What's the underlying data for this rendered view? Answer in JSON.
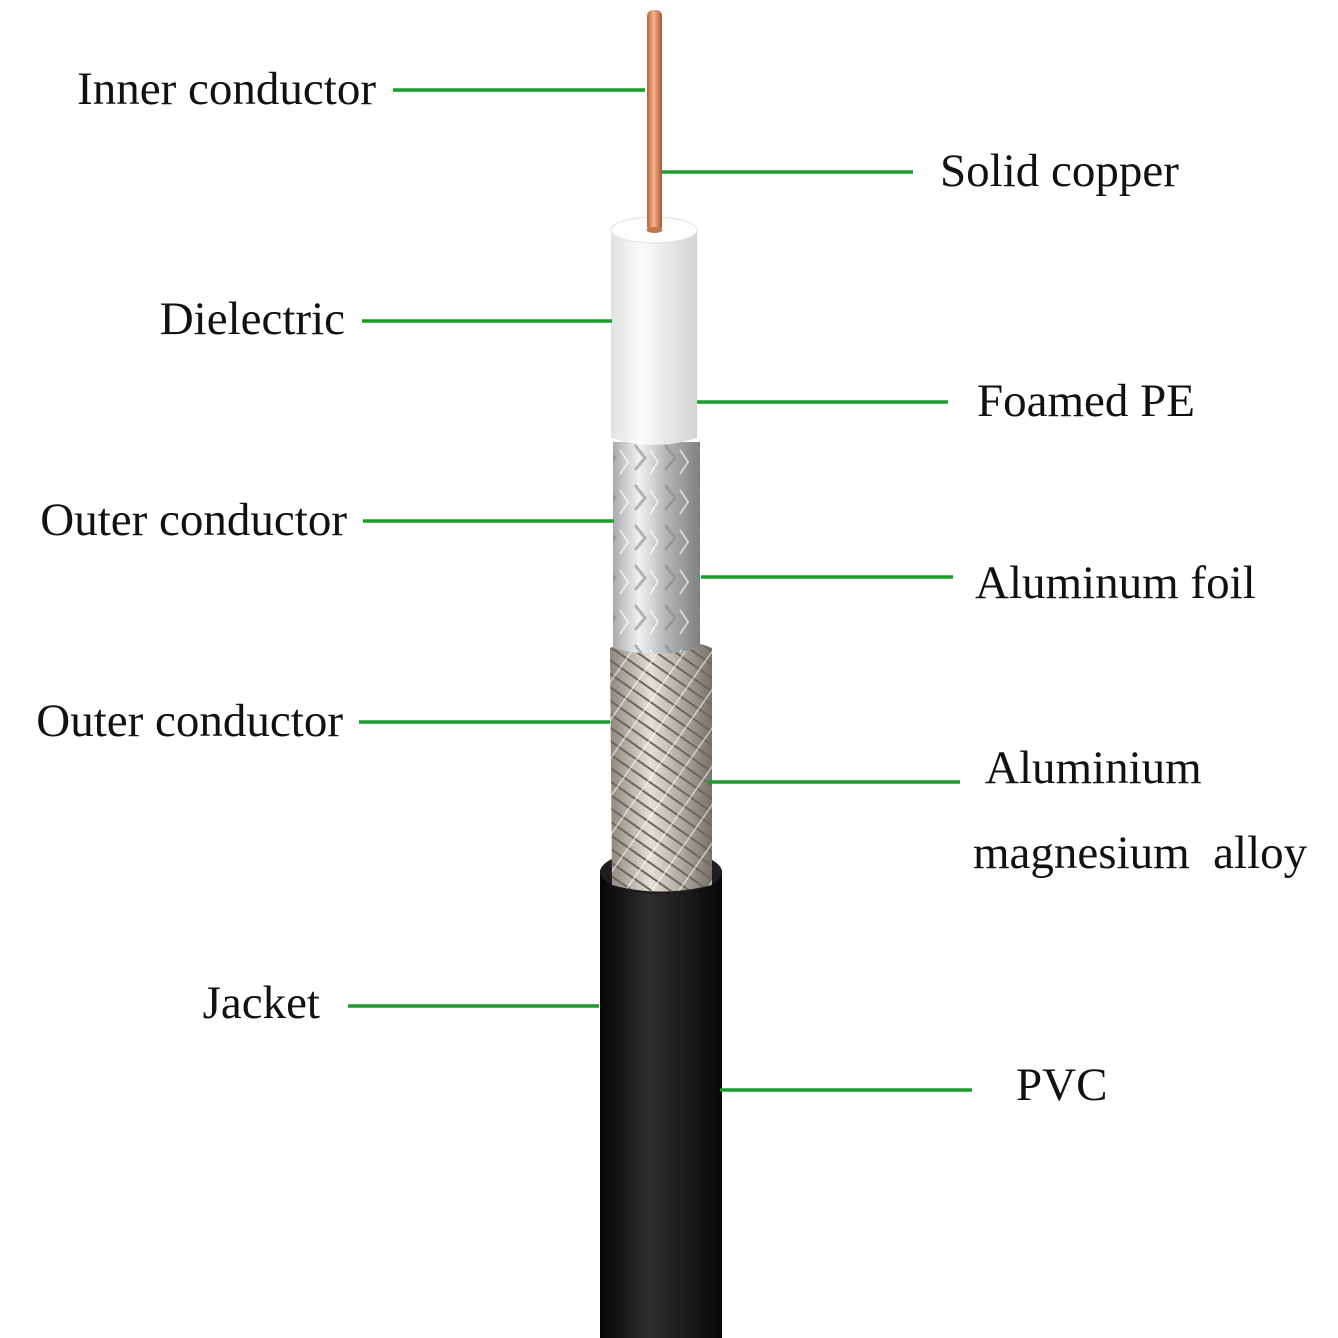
{
  "labels": {
    "inner_conductor": "Inner conductor",
    "solid_copper": "Solid copper",
    "dielectric": "Dielectric",
    "foamed_pe": "Foamed PE",
    "outer_conductor_1": "Outer conductor",
    "aluminum_foil": "Aluminum foil",
    "outer_conductor_2": "Outer conductor",
    "aluminium_line1": "Aluminium",
    "aluminium_line2": "magnesium  alloy",
    "jacket": "Jacket",
    "pvc": "PVC"
  },
  "colors": {
    "leader_line": "#1c9a2c",
    "copper": "#d9895a",
    "dielectric": "#f2f2f0",
    "foil": "#c9cbcd",
    "braid": "#b9b4aa",
    "jacket": "#151515"
  }
}
